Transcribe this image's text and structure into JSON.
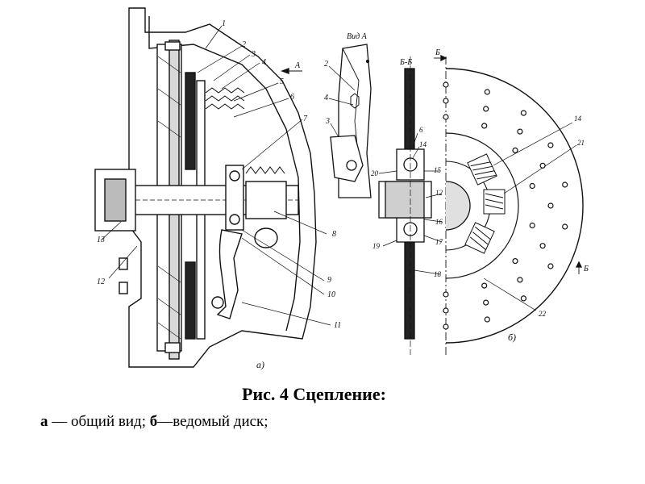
{
  "figure": {
    "view_a_title": "Вид А",
    "section_title": "Б-Б",
    "section_mark_top": "Б",
    "section_mark_bottom": "Б",
    "arrow_label": "А",
    "subfig_a": "а)",
    "subfig_b": "б)",
    "callouts_a": [
      "1",
      "2",
      "3",
      "4",
      "5",
      "6",
      "7",
      "8",
      "9",
      "10",
      "11",
      "12",
      "13"
    ],
    "callouts_view_a": [
      "2",
      "4",
      "3"
    ],
    "callouts_section": [
      "6",
      "14",
      "20",
      "15",
      "12",
      "16",
      "19",
      "17",
      "18"
    ],
    "callouts_disc": [
      "14",
      "21",
      "22"
    ]
  },
  "caption": {
    "title": "Рис. 4 Сцепление:",
    "a_key": "а",
    "a_text": " — общий вид; ",
    "b_key": "б",
    "b_text": "—ведомый диск;"
  }
}
